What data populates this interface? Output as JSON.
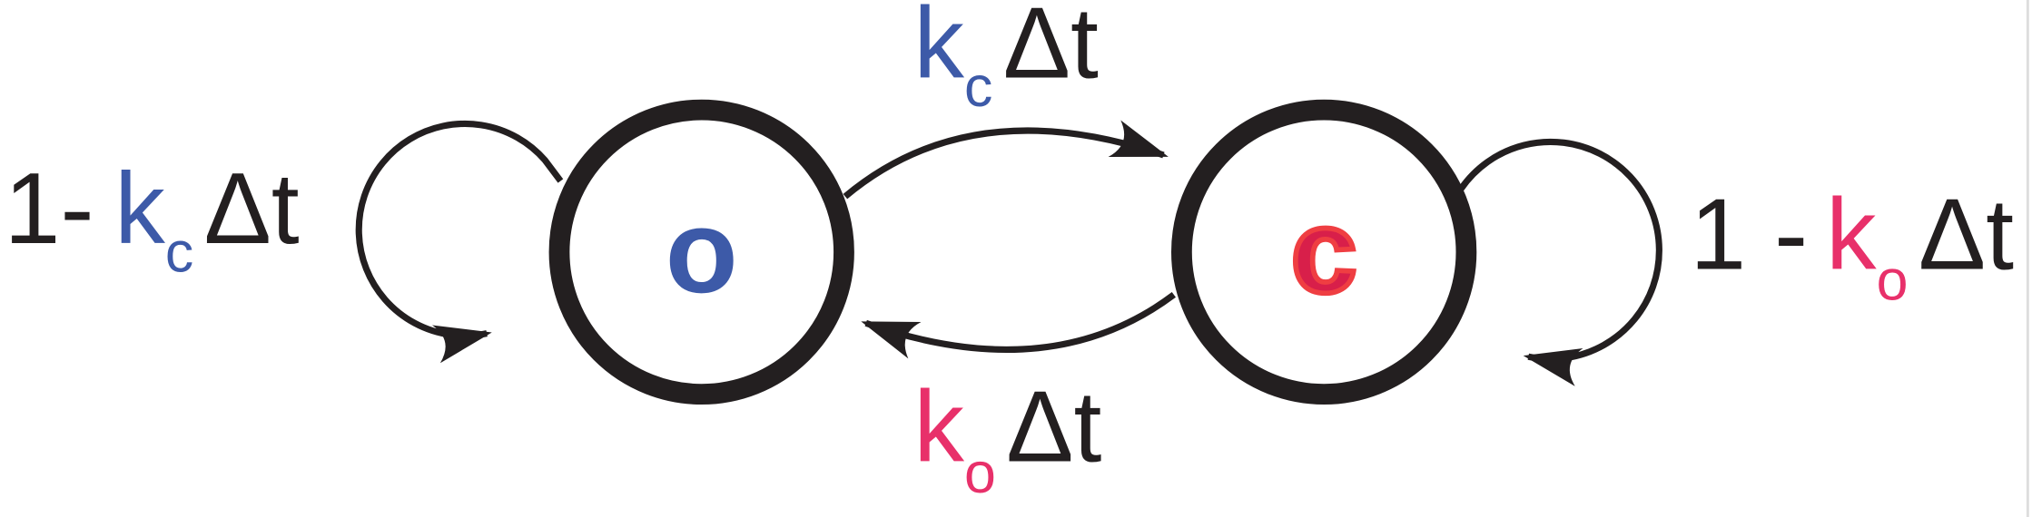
{
  "states": {
    "open": {
      "label": "o",
      "color": "#3d5aa8"
    },
    "closed": {
      "label": "c",
      "color": "#d81f4a",
      "outline": "#ef3e42"
    }
  },
  "transitions": {
    "open_to_closed": {
      "k": "k",
      "sub": "c",
      "dt": "Δt"
    },
    "closed_to_open": {
      "k": "k",
      "sub": "o",
      "dt": "Δt"
    },
    "open_self": {
      "prefix": "1-",
      "k": "k",
      "sub": "c",
      "dt": "Δt"
    },
    "closed_self": {
      "prefix": "1 -",
      "k": "k",
      "sub": "o",
      "dt": "Δt"
    }
  },
  "colors": {
    "kc": "#3d5aa8",
    "ko": "#e8306a",
    "ink": "#231f20"
  }
}
